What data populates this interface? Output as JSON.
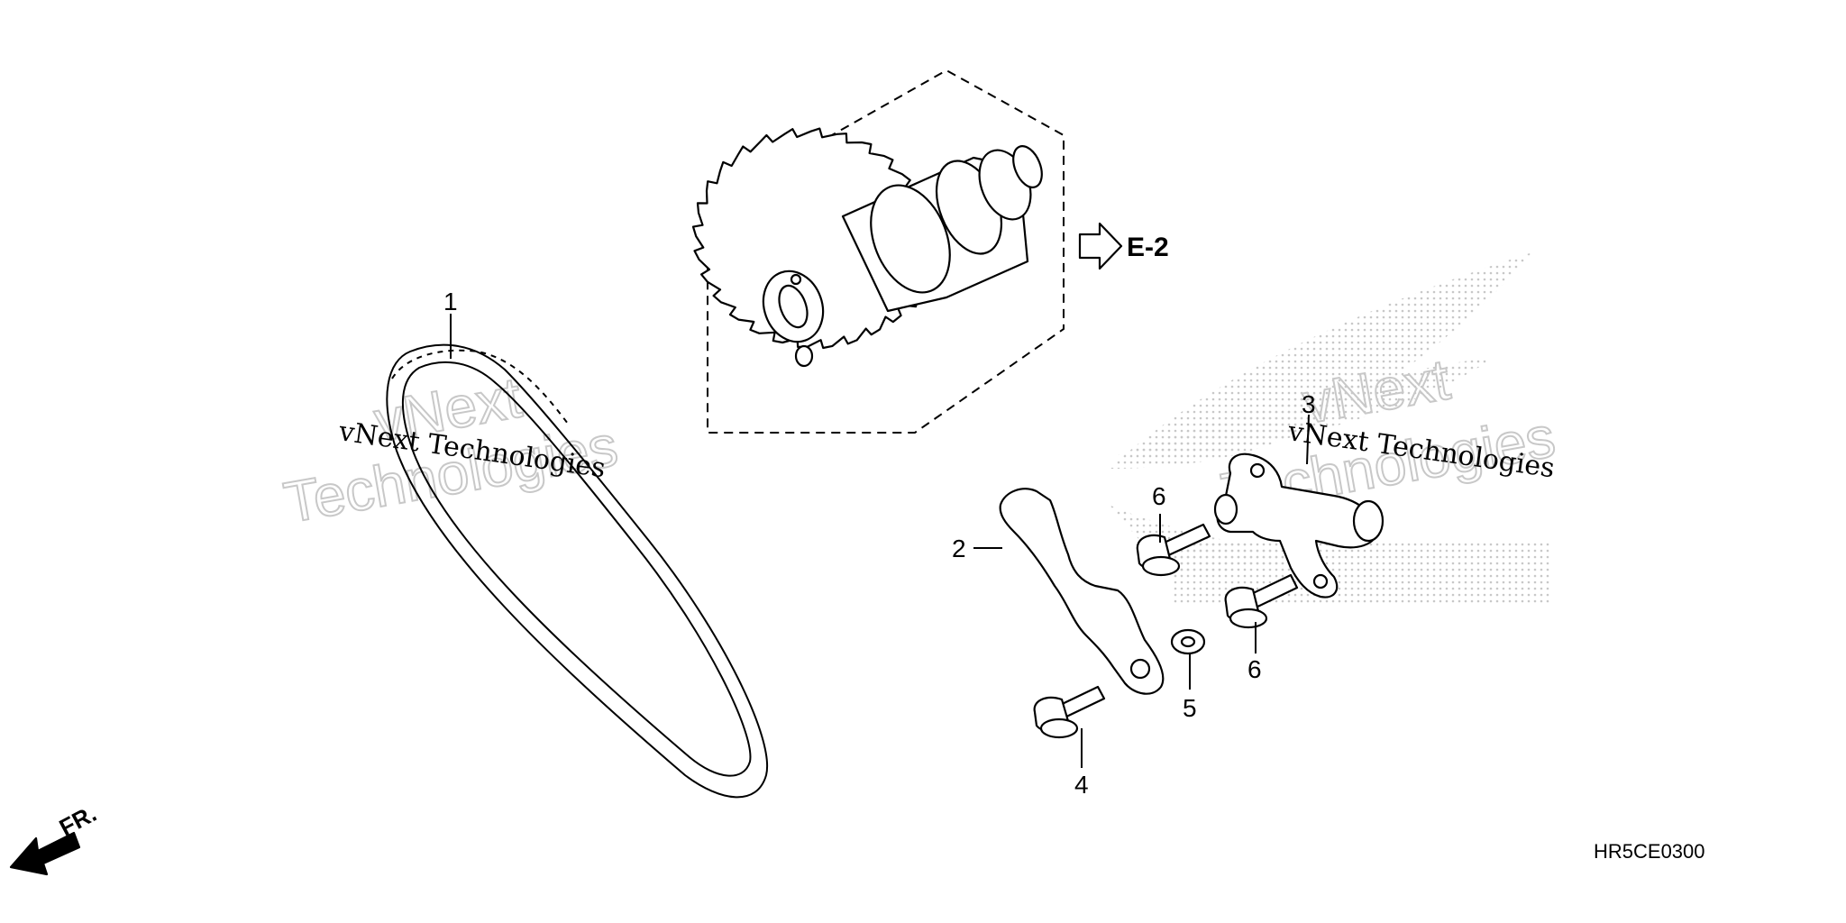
{
  "callouts": [
    "1",
    "2",
    "3",
    "4",
    "5",
    "6",
    "6"
  ],
  "reference": "E-2",
  "diagram_code": "HR5CE0300",
  "direction_label": "FR.",
  "watermark": {
    "name_line": "vNext Technologies",
    "outline_top": "vNext",
    "outline_bottom": "Technologies"
  },
  "colors": {
    "ink": "#000000",
    "dots": "#c8c8c8",
    "paper": "#ffffff"
  }
}
